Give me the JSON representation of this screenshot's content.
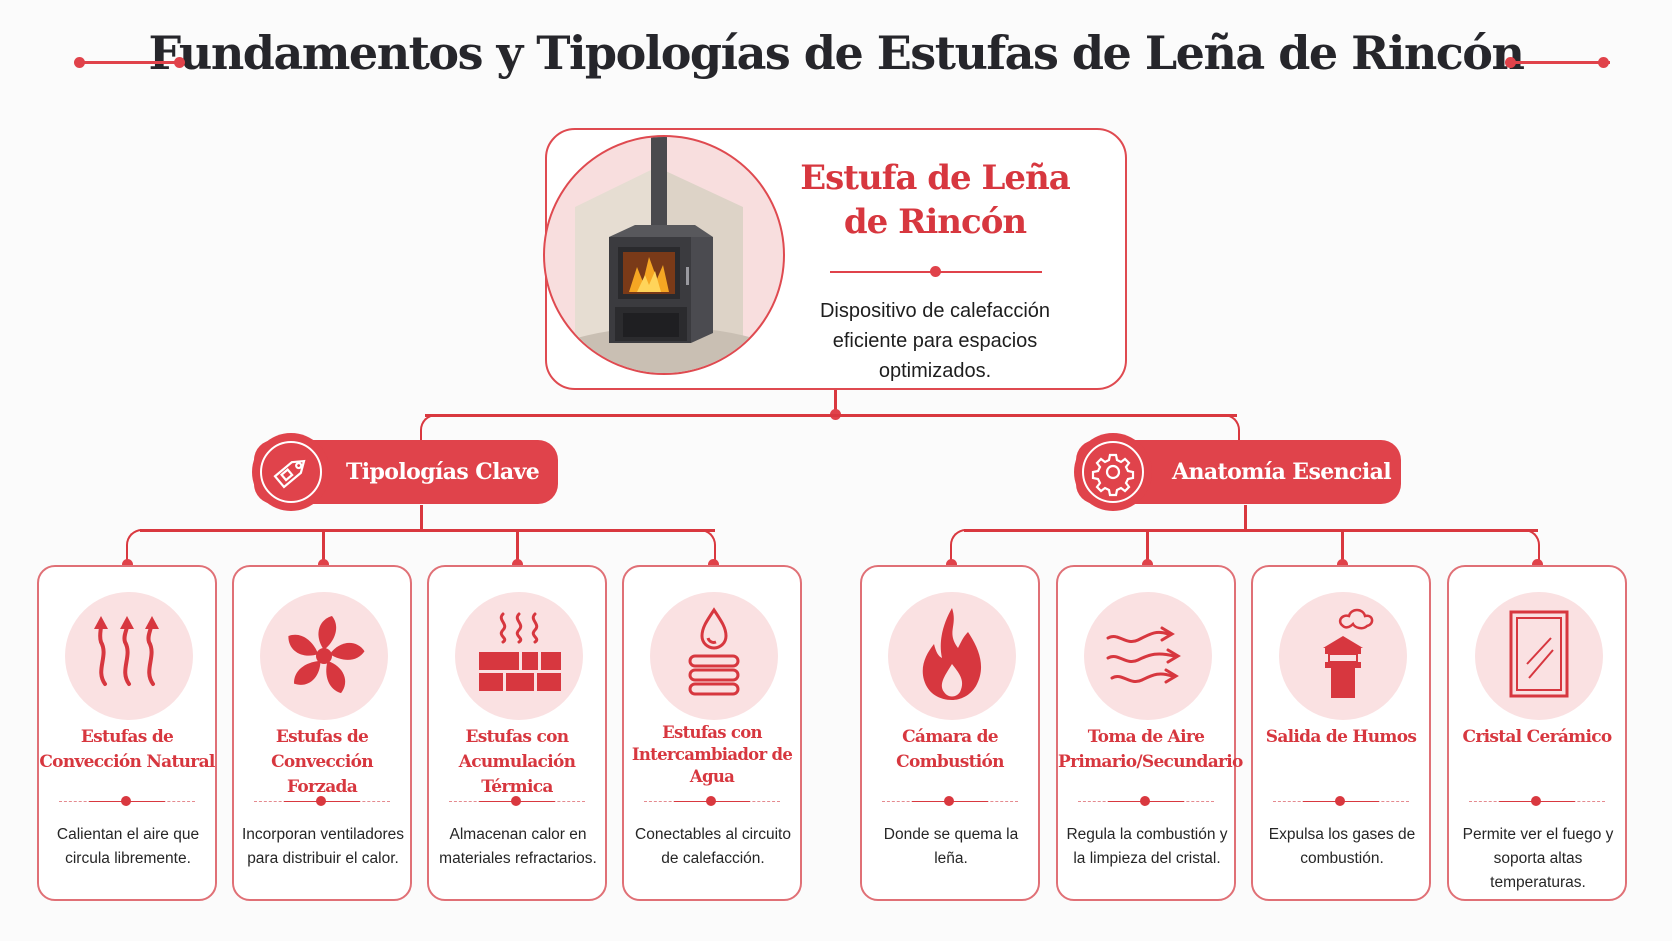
{
  "header": {
    "title": "Fundamentos y Tipologías de Estufas de Leña de Rincón"
  },
  "main_card": {
    "title_line1": "Estufa de Leña",
    "title_line2": "de Rincón",
    "description": "Dispositivo de calefacción eficiente para espacios optimizados.",
    "image": "corner-wood-stove-illustration"
  },
  "branches": [
    {
      "label": "Tipologías Clave",
      "icon": "tag-icon",
      "items": [
        {
          "title": "Estufas de Convección Natural",
          "description": "Calientan el aire que circula libremente.",
          "icon": "rising-heat-arrows-icon"
        },
        {
          "title": "Estufas de Convección Forzada",
          "description": "Incorporan ventiladores para distribuir el calor.",
          "icon": "fan-icon"
        },
        {
          "title": "Estufas con Acumulación Térmica",
          "description": "Almacenan calor en materiales refractarios.",
          "icon": "heated-bricks-icon"
        },
        {
          "title": "Estufas con Intercambiador de Agua",
          "description": "Conectables al circuito de calefacción.",
          "icon": "water-drop-coil-icon"
        }
      ]
    },
    {
      "label": "Anatomía Esencial",
      "icon": "gear-icon",
      "items": [
        {
          "title": "Cámara de Combustión",
          "description": "Donde se quema la leña.",
          "icon": "flame-icon"
        },
        {
          "title": "Toma de Aire Primario/Secundario",
          "description": "Regula la combustión y la limpieza del cristal.",
          "icon": "airflow-arrows-icon"
        },
        {
          "title": "Salida de Humos",
          "description": "Expulsa los gases de combustión.",
          "icon": "chimney-smoke-icon"
        },
        {
          "title": "Cristal Cerámico",
          "description": "Permite ver el fuego y soporta altas temperaturas.",
          "icon": "glass-pane-icon"
        }
      ]
    }
  ],
  "colors": {
    "accent": "#e0434b",
    "accent_light": "#fae1e2",
    "title_text": "#26262b",
    "body_text": "#262626",
    "background": "#fbfbfb"
  }
}
